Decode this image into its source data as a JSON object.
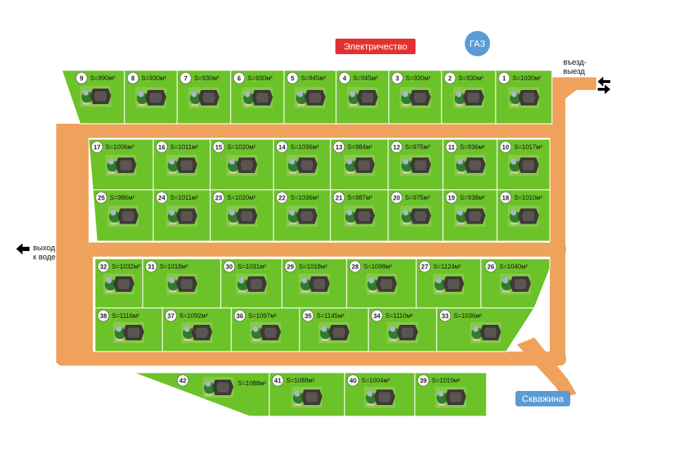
{
  "labels": {
    "electricity": "Электричество",
    "gas": "ГАЗ",
    "entrance_line1": "въезд-",
    "entrance_line2": "выезд",
    "water_exit_line1": "выход",
    "water_exit_line2": "к воде",
    "well": "Скважина"
  },
  "colors": {
    "plot": "#6cc229",
    "road": "#efa25c",
    "electricity": "#e53030",
    "gas": "#5b9bd5",
    "well": "#5b9bd5"
  },
  "plots": [
    {
      "id": "9",
      "area": "S=990м²"
    },
    {
      "id": "8",
      "area": "S=930м²"
    },
    {
      "id": "7",
      "area": "S=930м²"
    },
    {
      "id": "6",
      "area": "S=930м²"
    },
    {
      "id": "5",
      "area": "S=945м²"
    },
    {
      "id": "4",
      "area": "S=945м²"
    },
    {
      "id": "3",
      "area": "S=930м²"
    },
    {
      "id": "2",
      "area": "S=930м²"
    },
    {
      "id": "1",
      "area": "S=1030м²"
    },
    {
      "id": "17",
      "area": "S=1006м²"
    },
    {
      "id": "16",
      "area": "S=1011м²"
    },
    {
      "id": "15",
      "area": "S=1020м²"
    },
    {
      "id": "14",
      "area": "S=1036м²"
    },
    {
      "id": "13",
      "area": "S=984м²"
    },
    {
      "id": "12",
      "area": "S=975м²"
    },
    {
      "id": "11",
      "area": "S=936м²"
    },
    {
      "id": "10",
      "area": "S=1017м²"
    },
    {
      "id": "25",
      "area": "S=986м²"
    },
    {
      "id": "24",
      "area": "S=1011м²"
    },
    {
      "id": "23",
      "area": "S=1020м²"
    },
    {
      "id": "22",
      "area": "S=1036м²"
    },
    {
      "id": "21",
      "area": "S=987м²"
    },
    {
      "id": "20",
      "area": "S=975м²"
    },
    {
      "id": "19",
      "area": "S=938м²"
    },
    {
      "id": "18",
      "area": "S=1010м²"
    },
    {
      "id": "32",
      "area": "S=1032м²"
    },
    {
      "id": "31",
      "area": "S=1018м²"
    },
    {
      "id": "30",
      "area": "S=1031м²"
    },
    {
      "id": "29",
      "area": "S=1018м²"
    },
    {
      "id": "28",
      "area": "S=1098м²"
    },
    {
      "id": "27",
      "area": "S=1124м²"
    },
    {
      "id": "26",
      "area": "S=1040м²"
    },
    {
      "id": "38",
      "area": "S=1116м²"
    },
    {
      "id": "37",
      "area": "S=1092м²"
    },
    {
      "id": "36",
      "area": "S=1097м²"
    },
    {
      "id": "35",
      "area": "S=1145м²"
    },
    {
      "id": "34",
      "area": "S=1110м²"
    },
    {
      "id": "33",
      "area": "S=1036м²"
    },
    {
      "id": "42",
      "area": "S=1088м²"
    },
    {
      "id": "41",
      "area": "S=1088м²"
    },
    {
      "id": "40",
      "area": "S=1004м²"
    },
    {
      "id": "39",
      "area": "S=1019м²"
    }
  ]
}
